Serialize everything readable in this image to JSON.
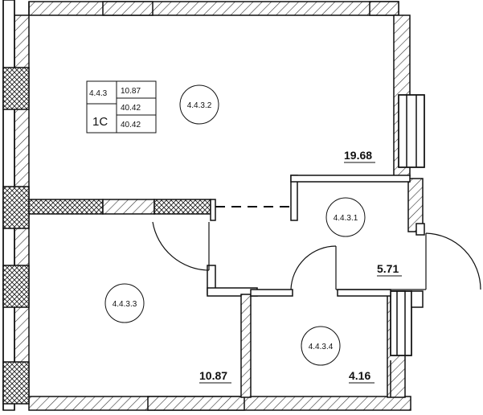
{
  "apartment": {
    "code": "4.4.3",
    "type": "1С",
    "area_living": "10.87",
    "area_total": "40.42",
    "area_total_2": "40.42"
  },
  "rooms": [
    {
      "id": "4.4.3.2",
      "area": "19.68"
    },
    {
      "id": "4.4.3.1",
      "area": "5.71"
    },
    {
      "id": "4.4.3.3",
      "area": "10.87"
    },
    {
      "id": "4.4.3.4",
      "area": "4.16"
    }
  ]
}
